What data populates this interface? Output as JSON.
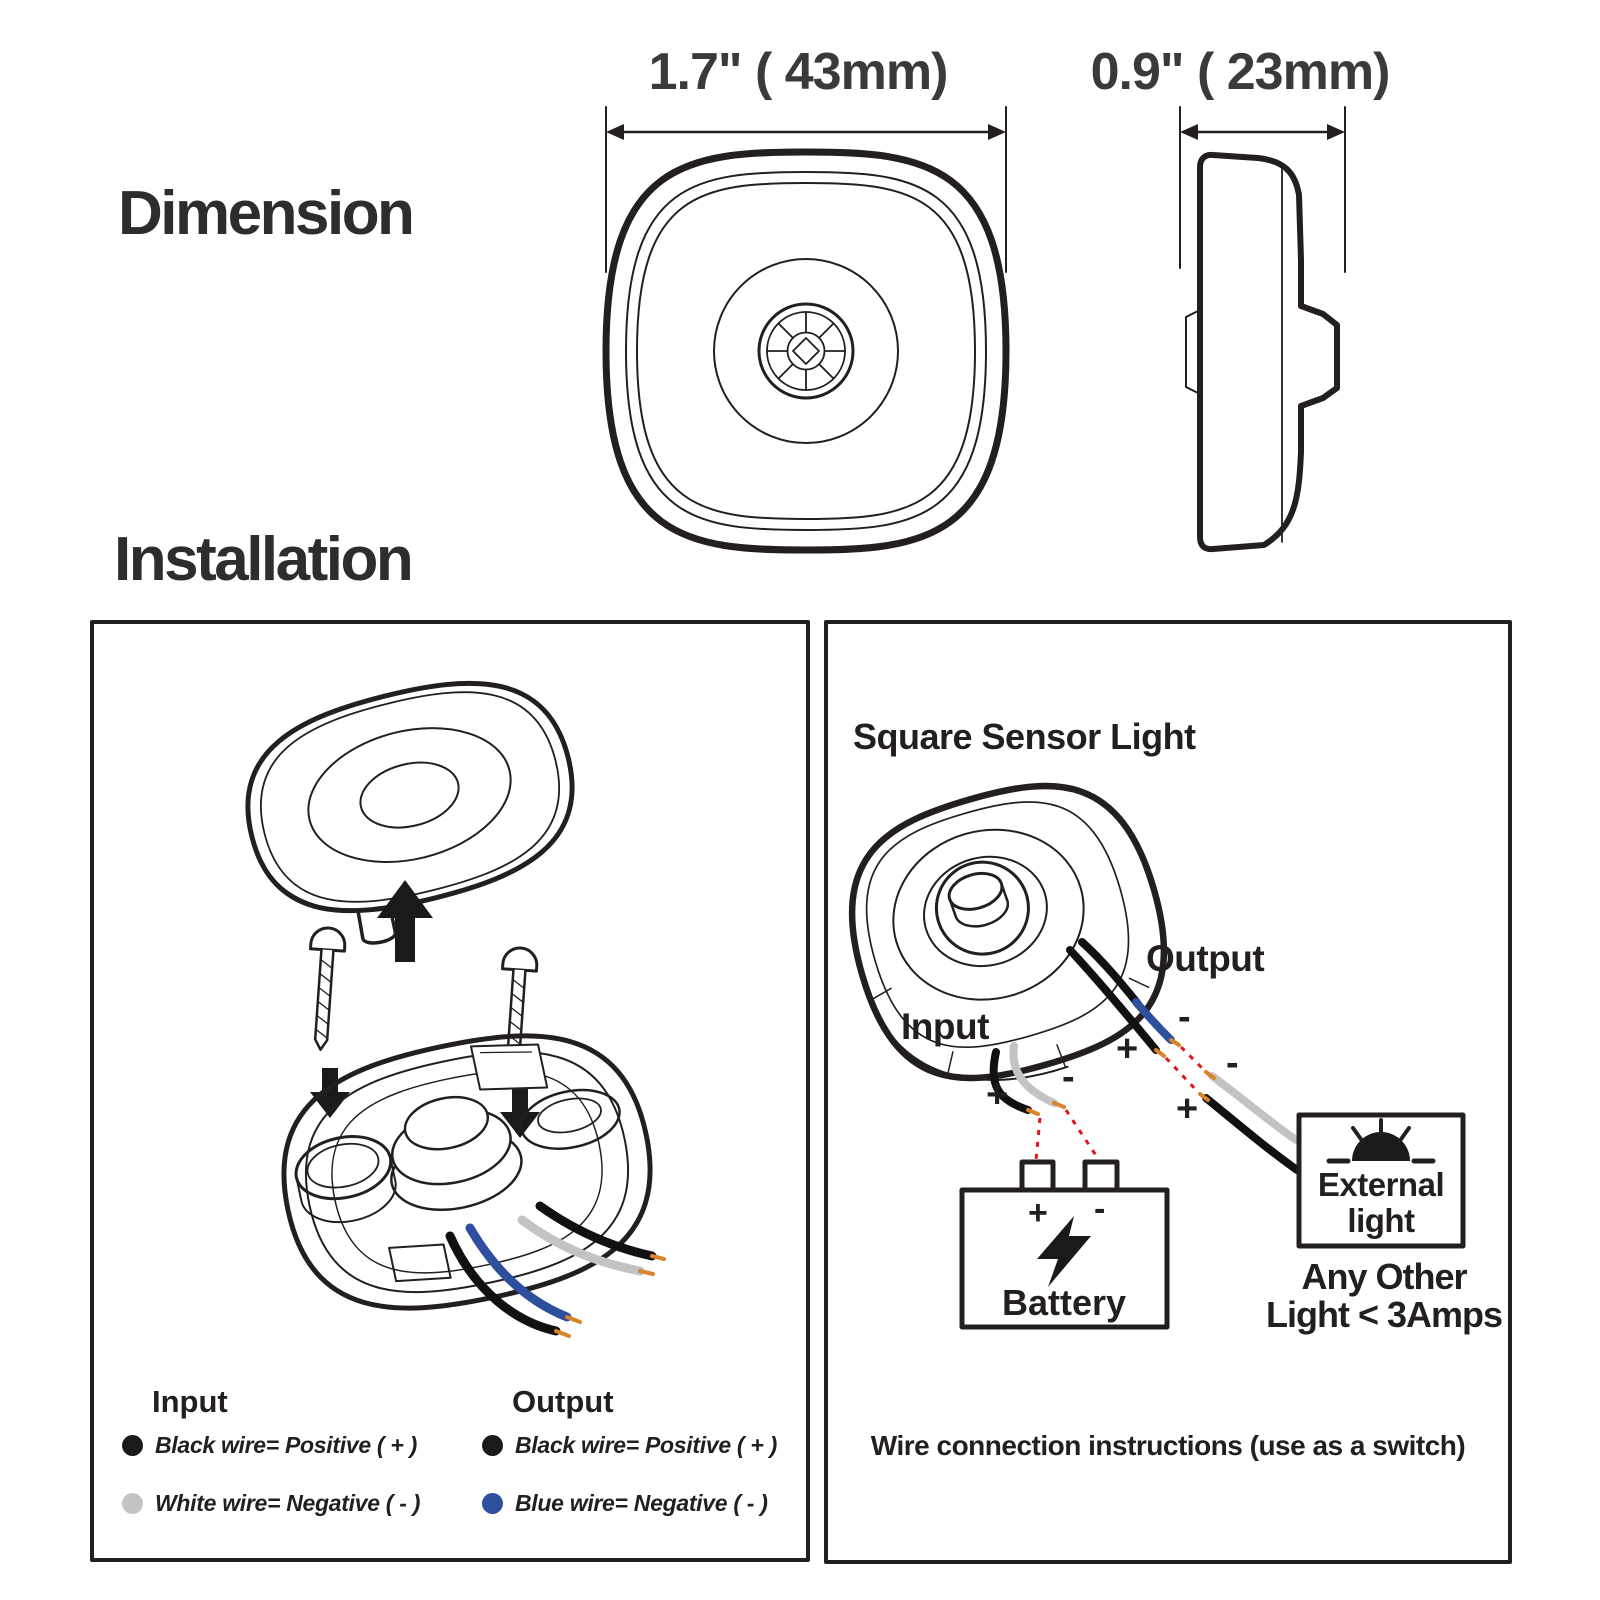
{
  "header": {
    "dimension_title": "Dimension",
    "installation_title": "Installation",
    "front_width_label": "1.7\" ( 43mm)",
    "side_depth_label": "0.9\" ( 23mm)"
  },
  "left_panel": {
    "legend": {
      "input_header": "Input",
      "output_header": "Output",
      "input_rows": [
        {
          "dot_color": "#1a1a1a",
          "text": "Black wire= Positive ( + )"
        },
        {
          "dot_color": "#c3c3c3",
          "text": "White wire= Negative ( - )"
        }
      ],
      "output_rows": [
        {
          "dot_color": "#1a1a1a",
          "text": "Black wire= Positive ( + )"
        },
        {
          "dot_color": "#2d4f9e",
          "text": "Blue wire= Negative ( - )"
        }
      ]
    }
  },
  "right_panel": {
    "device_label": "Square Sensor Light",
    "input_label": "Input",
    "output_label": "Output",
    "marks": {
      "input_plus": "+",
      "input_minus": "-",
      "output_plus": "+",
      "output_minus": "-",
      "light_plus": "+",
      "light_minus": "-",
      "battery_plus": "+",
      "battery_minus": "-"
    },
    "battery_label": "Battery",
    "external_light": {
      "line1": "External",
      "line2": "light"
    },
    "other_light_note": {
      "line1": "Any Other",
      "line2": "Light < 3Amps"
    },
    "caption": "Wire connection instructions (use as a switch)"
  },
  "colors": {
    "line": "#231f20",
    "blue_wire": "#2d4f9e",
    "gray_wire": "#c3c3c3",
    "red_dash": "#e4151b",
    "copper_tip": "#d9832b"
  }
}
